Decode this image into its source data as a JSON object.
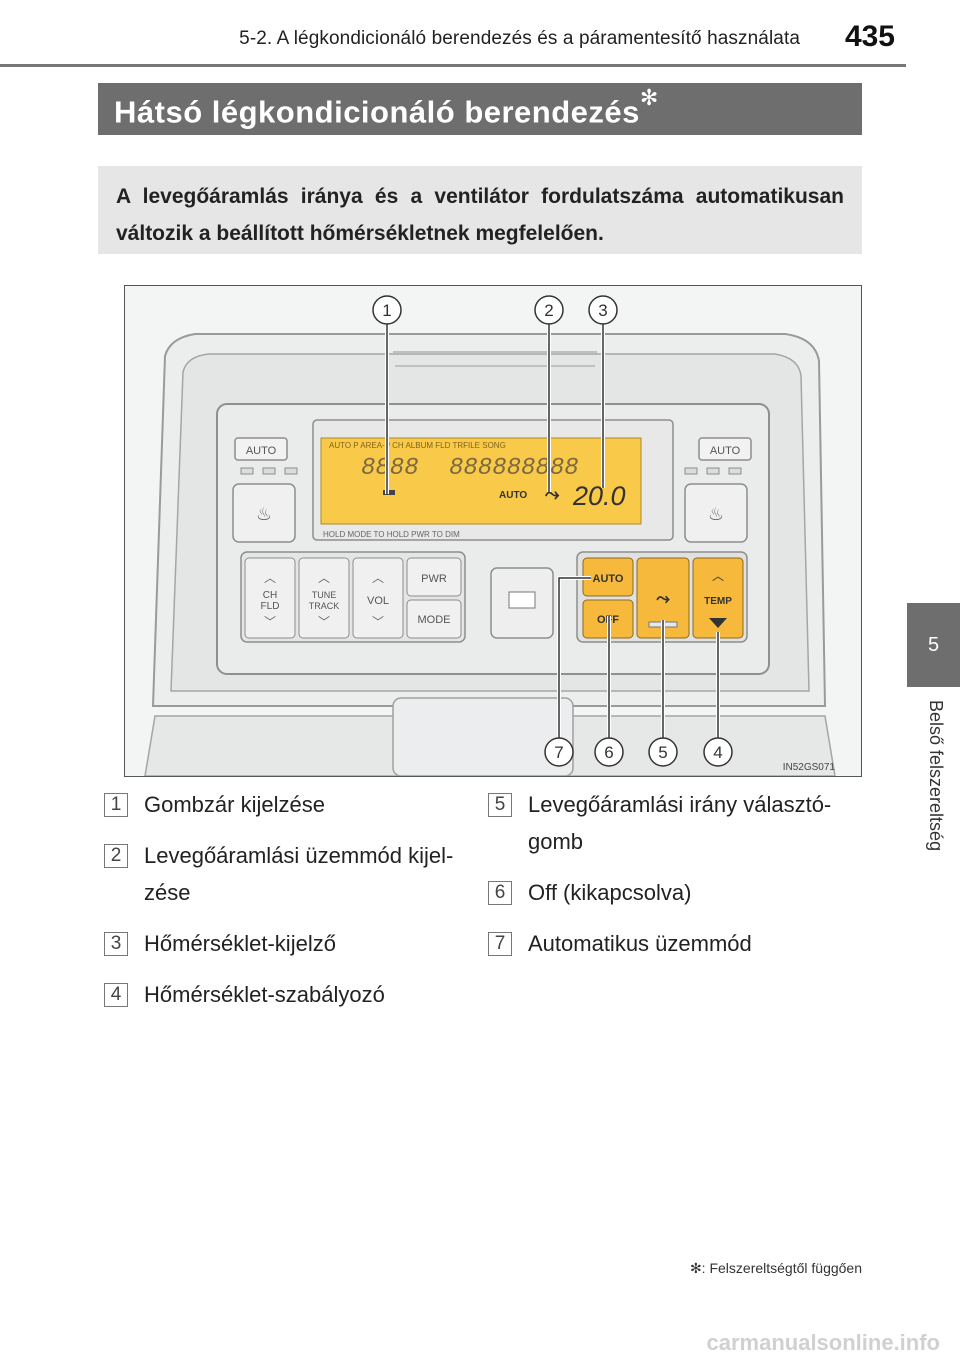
{
  "header": {
    "title": "5-2. A légkondicionáló berendezés és a páramentesítő használata",
    "page_number": "435"
  },
  "section": {
    "title": "Hátsó légkondicionáló berendezés",
    "marker": "✻"
  },
  "intro": "A levegőáramlás iránya és a ventilátor fordulatszáma automatikusan változik a beállított hőmérsékletnek megfelelően.",
  "side_tab": {
    "number": "5",
    "label": "Belső felszereltség"
  },
  "figure": {
    "code": "IN52GS071",
    "callouts": [
      "1",
      "2",
      "3",
      "4",
      "5",
      "6",
      "7"
    ],
    "lcd": {
      "top_text": "AUTO P AREA-P  CH ALBUM FLD TRFILE SONG",
      "segments_left": "8888",
      "segments_right": "888888888",
      "auto": "AUTO",
      "temp": "20.0",
      "bottom_text": "HOLD MODE TO     HOLD PWR TO DIM"
    },
    "buttons": {
      "auto_left": "AUTO",
      "auto_right": "AUTO",
      "ch_fld": [
        "CH",
        "FLD"
      ],
      "tune_track": [
        "TUNE",
        "TRACK"
      ],
      "vol": "VOL",
      "pwr": "PWR",
      "mode": "MODE",
      "auto": "AUTO",
      "off": "OFF",
      "temp": "TEMP"
    }
  },
  "legend_left": [
    {
      "num": "1",
      "text": "Gombzár kijelzése"
    },
    {
      "num": "2",
      "text": "Levegőáramlási üzemmód kijel-zése"
    },
    {
      "num": "3",
      "text": "Hőmérséklet-kijelző"
    },
    {
      "num": "4",
      "text": "Hőmérséklet-szabályozó"
    }
  ],
  "legend_right": [
    {
      "num": "5",
      "text": "Levegőáramlási irány választó-gomb"
    },
    {
      "num": "6",
      "text": "Off (kikapcsolva)"
    },
    {
      "num": "7",
      "text": "Automatikus üzemmód"
    }
  ],
  "footnote": "✻: Felszereltségtől függően",
  "watermark": "carmanualsonline.info",
  "colors": {
    "section_bar": "#6e6e6e",
    "intro_bg": "#e6e6e6",
    "lcd": "#f9c94a",
    "buttons_orange": "#f6b93b"
  }
}
